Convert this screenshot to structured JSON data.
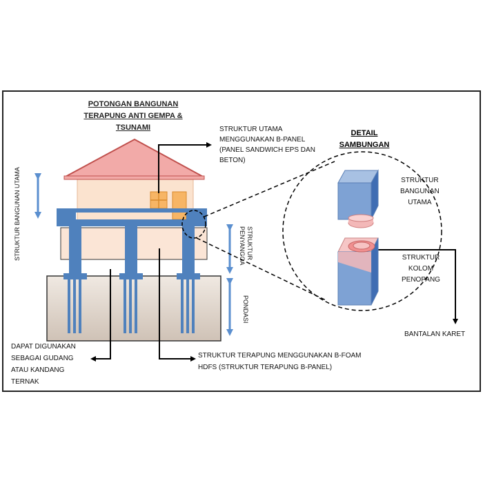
{
  "title": {
    "lines": [
      "POTONGAN BANGUNAN",
      "TERAPUNG ANTI GEMPA &",
      "TSUNAMI"
    ]
  },
  "labels": {
    "main_structure": [
      "STRUKTUR UTAMA",
      "MENGGUNAKAN B-PANEL",
      "(PANEL SANDWICH EPS DAN",
      "BETON)"
    ],
    "building_structure": "STRUKTUR BANGUNAN UTAMA",
    "balancer_structure": [
      "STRUKTUR",
      "PENYANGGA"
    ],
    "foundation": "PONDASI",
    "storage": [
      "DAPAT DIGUNAKAN",
      "SEBAGAI GUDANG",
      "ATAU KANDANG",
      "TERNAK"
    ],
    "floating_structure": [
      "STRUKTUR TERAPUNG MENGGUNAKAN B-FOAM",
      "HDFS (STRUKTUR TERAPUNG B-PANEL)"
    ]
  },
  "detail": {
    "title": [
      "DETAIL",
      "SAMBUNGAN"
    ],
    "upper_label": [
      "STRUKTUR",
      "BANGUNAN",
      "UTAMA"
    ],
    "lower_label": [
      "STRUKTUR",
      "KOLOM",
      "PENOPANG"
    ],
    "bearing_label": "BANTALAN KARET"
  },
  "colors": {
    "roof": "#f2aaa8",
    "roof_edge": "#c0504d",
    "wall": "#fde9d9",
    "wall_edge": "#e2b49a",
    "window": "#f5b05a",
    "steel_blue": "#4f81bd",
    "cube_light": "#a8c1e3",
    "cube_mid": "#7ea2d4",
    "cube_dark": "#4f7fc0",
    "ground": "#e6dcd3",
    "rubber": "#f3b8b8",
    "arrow_blue": "#5b8fcf"
  }
}
